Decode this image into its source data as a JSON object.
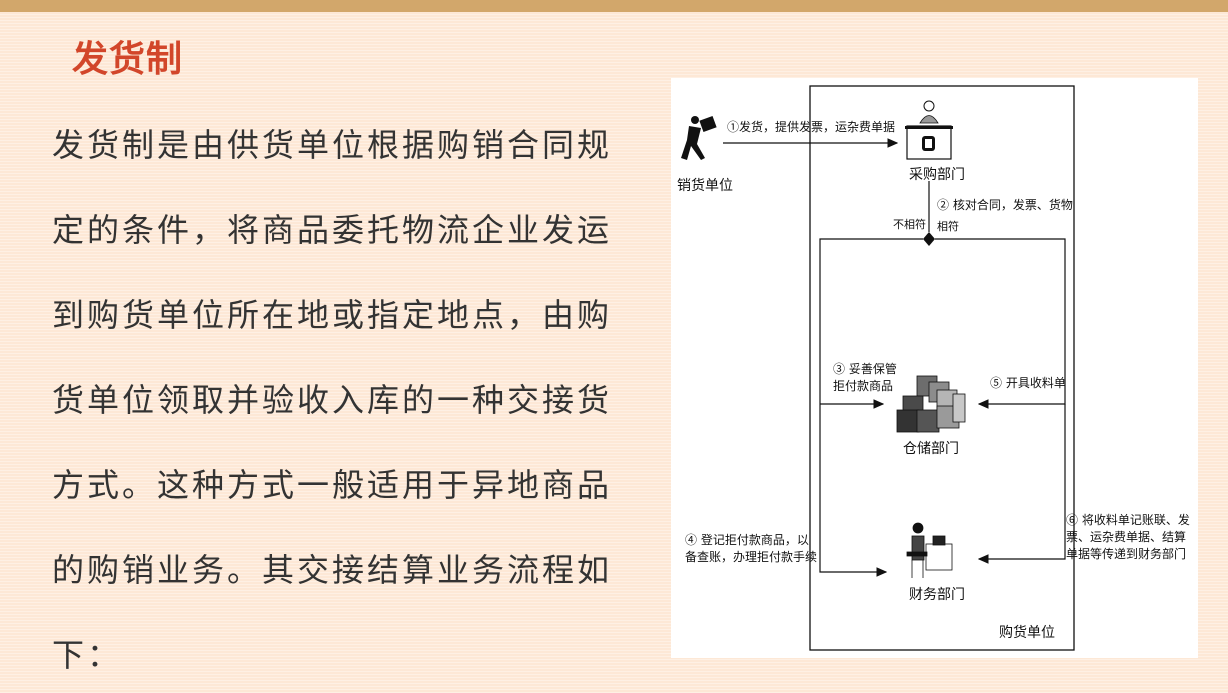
{
  "slide": {
    "title": "发货制",
    "lines": [
      " 发货制是由供货单位根据购销合同规",
      "定的条件，将商品委托物流企业发运",
      "到购货单位所在地或指定地点，由购",
      "货单位领取并验收入库的一种交接货",
      "方式。这种方式一般适用于异地商品",
      "的购销业务。其交接结算业务流程如",
      "下："
    ]
  },
  "diagram": {
    "seller": "销货单位",
    "procurement": "采购部门",
    "warehouse": "仓储部门",
    "finance": "财务部门",
    "buyer": "购货单位",
    "step1": "①发货，提供发票，运杂费单据",
    "step2": "② 核对合同，发票、货物",
    "match": "相符",
    "mismatch": "不相符",
    "step3": "③ 妥善保管\n拒付款商品",
    "step4": "④ 登记拒付款商品，以\n备查账，办理拒付款手续",
    "step5": "⑤ 开具收料单",
    "step6": "⑥ 将收料单记账联、发\n票、运杂费单据、结算\n单据等传递到财务部门"
  },
  "colors": {
    "background": "#fde8d6",
    "top_bar": "#d2a76b",
    "title": "#d2462a",
    "text": "#333333"
  }
}
